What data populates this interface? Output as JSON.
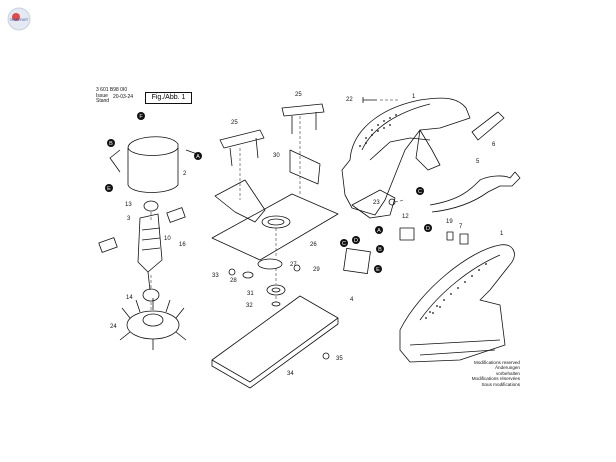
{
  "header": {
    "doc_number": "3 601 B98 0I0",
    "issue_label": "Issue\nStand",
    "date": "20-03-24",
    "fig_label": "Fig./Abb. 1"
  },
  "notes": [
    "Modifications reserved",
    "Änderungen vorbehalten",
    "Modifications réservées",
    "Sous modifications"
  ],
  "callout_letters": [
    "F",
    "B",
    "A",
    "E",
    "C",
    "D"
  ],
  "part_numbers": [
    "1",
    "2",
    "3",
    "4",
    "5",
    "6",
    "7",
    "10",
    "12",
    "13",
    "14",
    "16",
    "19",
    "22",
    "23",
    "24",
    "25",
    "26",
    "27",
    "28",
    "29",
    "30",
    "31",
    "32",
    "33",
    "34",
    "35"
  ]
}
